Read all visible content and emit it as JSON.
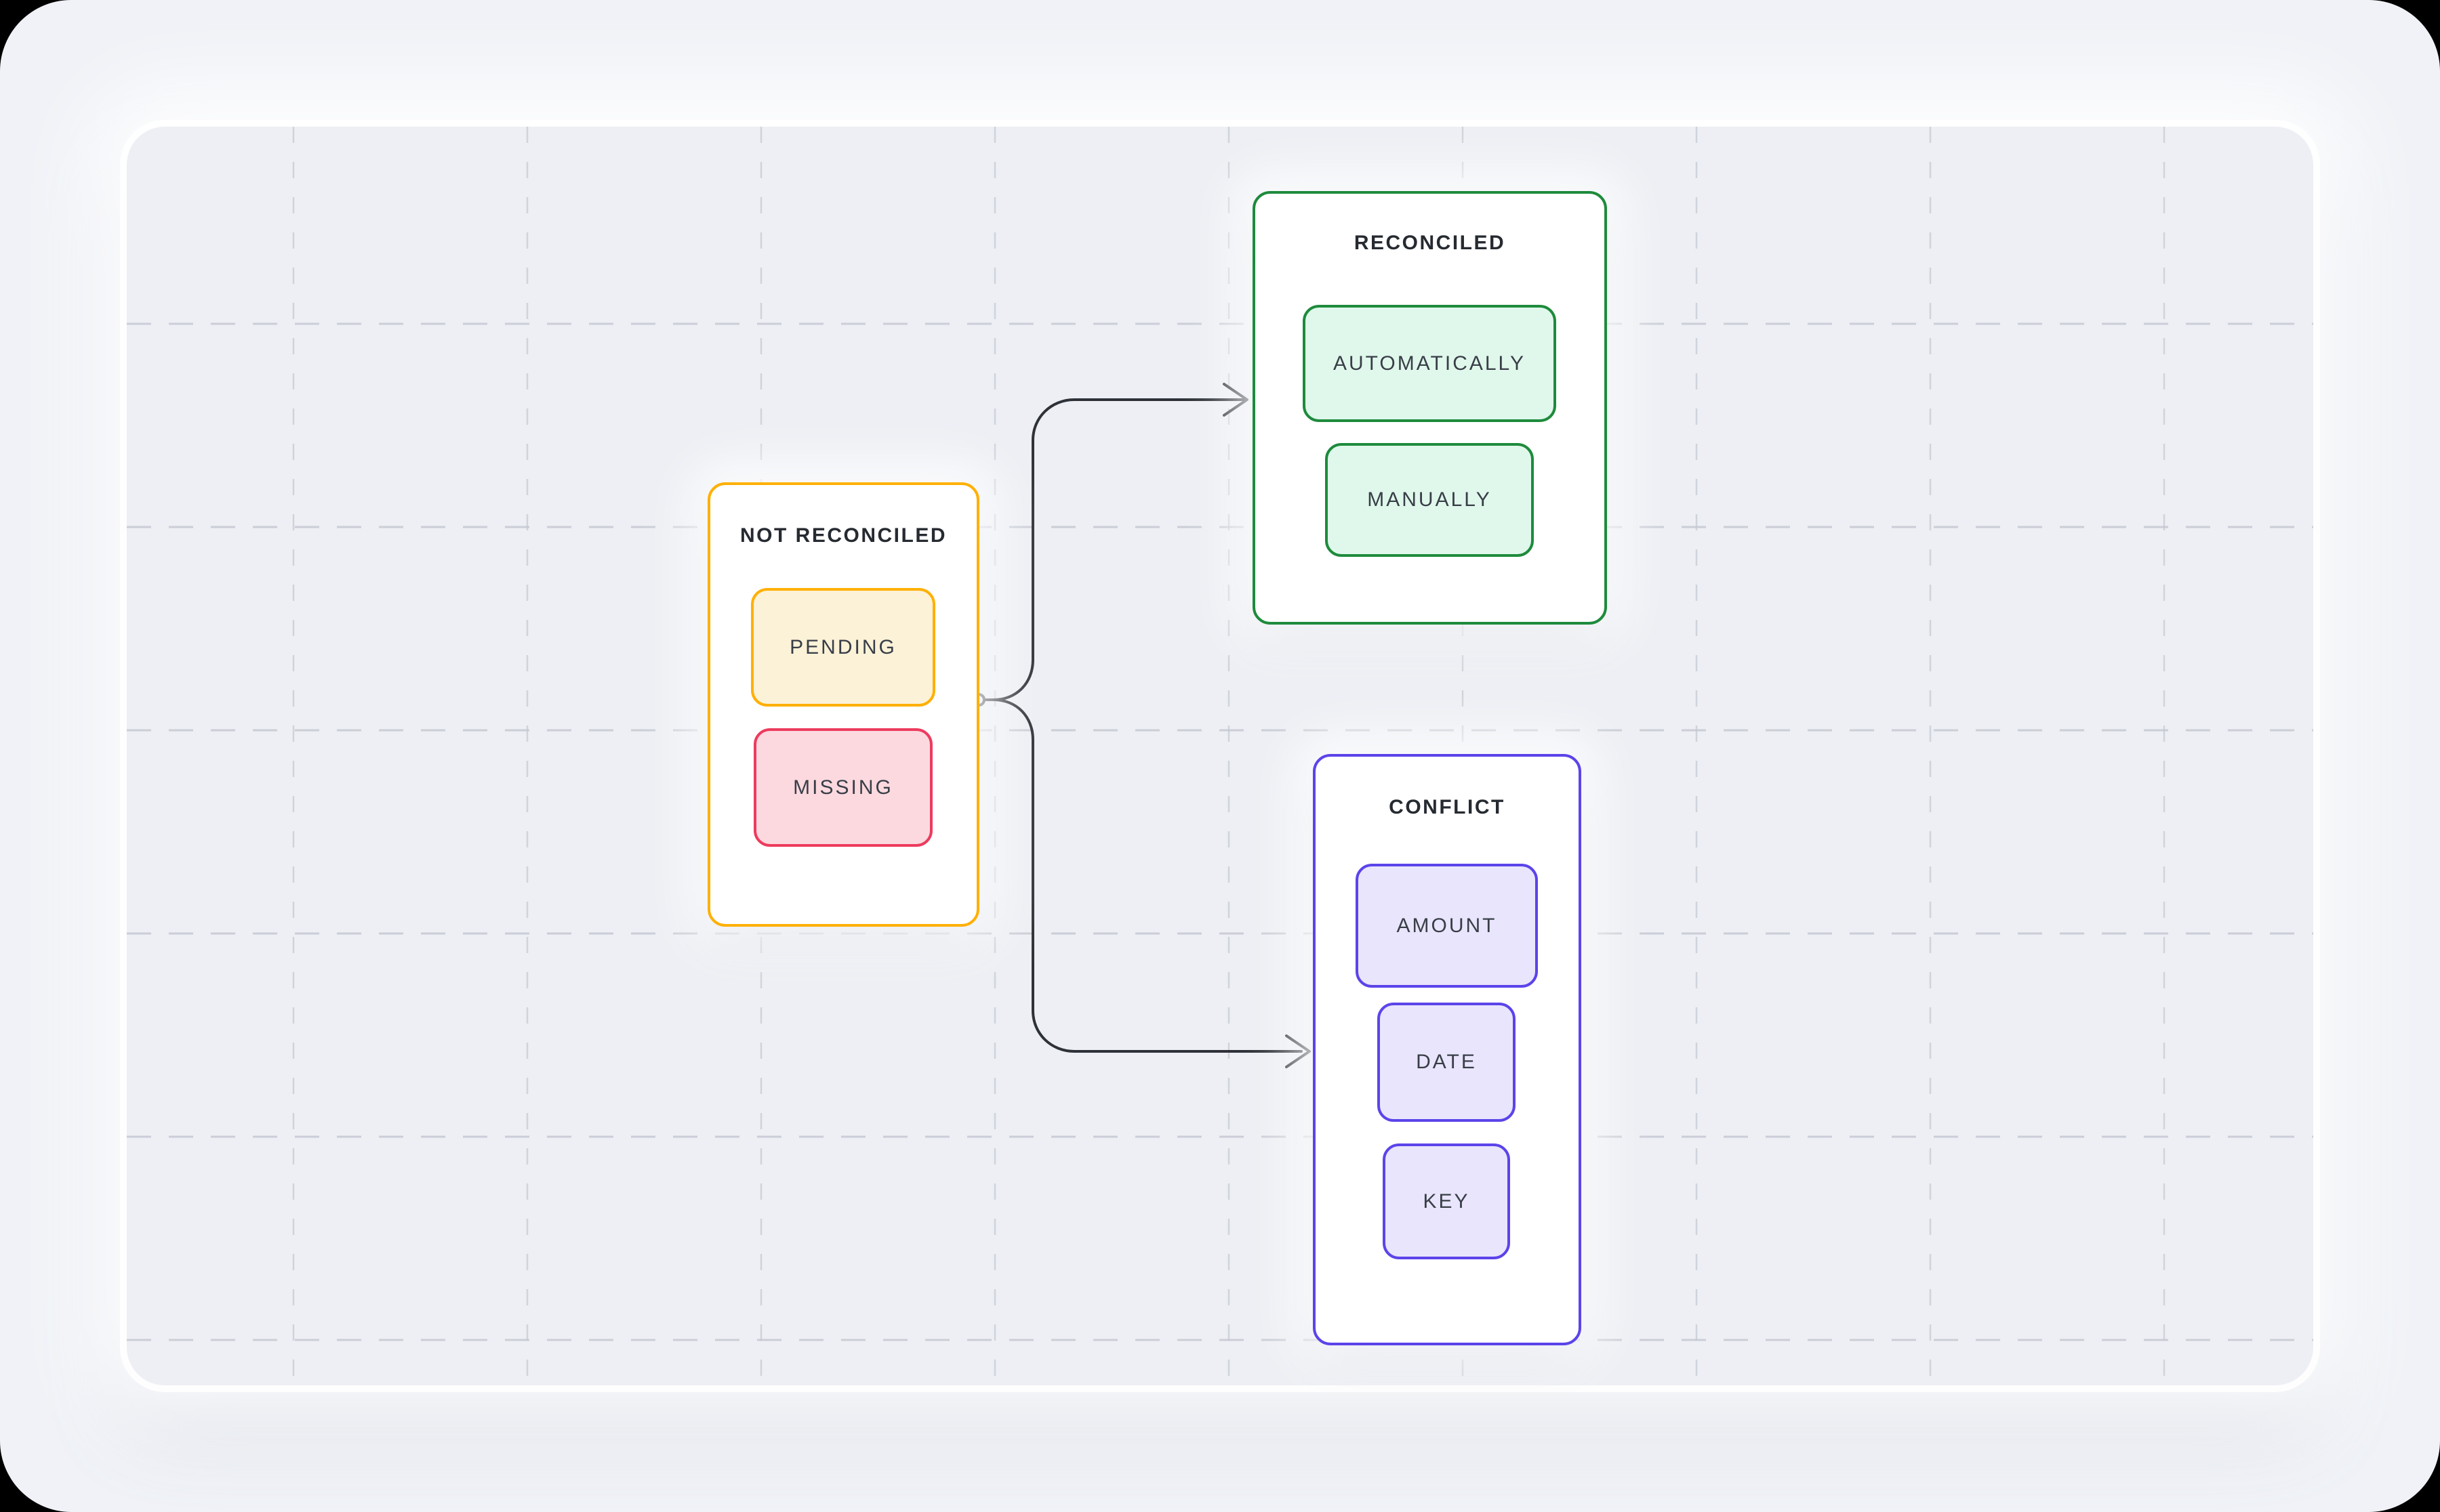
{
  "canvas": {
    "page_background": "#f0f2f7",
    "board_background": "#edeff4",
    "grid_color": "#c6cad3",
    "connector_color": "#2e3238"
  },
  "diagram": {
    "groups": [
      {
        "title": "NOT RECONCILED",
        "accent": "#FFB005",
        "items": [
          {
            "label": "PENDING",
            "border": "#FFB005",
            "fill": "#FBF2D7"
          },
          {
            "label": "MISSING",
            "border": "#ED3B5E",
            "fill": "#FBD9DF"
          }
        ]
      },
      {
        "title": "RECONCILED",
        "accent": "#1E8B3C",
        "items": [
          {
            "label": "AUTOMATICALLY",
            "border": "#1E8B3C",
            "fill": "#E0F8EB"
          },
          {
            "label": "MANUALLY",
            "border": "#1E8B3C",
            "fill": "#E0F8EB"
          }
        ]
      },
      {
        "title": "CONFLICT",
        "accent": "#5B44EA",
        "items": [
          {
            "label": "AMOUNT",
            "border": "#5B44EA",
            "fill": "#E9E5FC"
          },
          {
            "label": "DATE",
            "border": "#5B44EA",
            "fill": "#E9E5FC"
          },
          {
            "label": "KEY",
            "border": "#5B44EA",
            "fill": "#E9E5FC"
          }
        ]
      }
    ],
    "connections": [
      {
        "from": "NOT RECONCILED",
        "to": "RECONCILED"
      },
      {
        "from": "NOT RECONCILED",
        "to": "CONFLICT"
      }
    ]
  }
}
